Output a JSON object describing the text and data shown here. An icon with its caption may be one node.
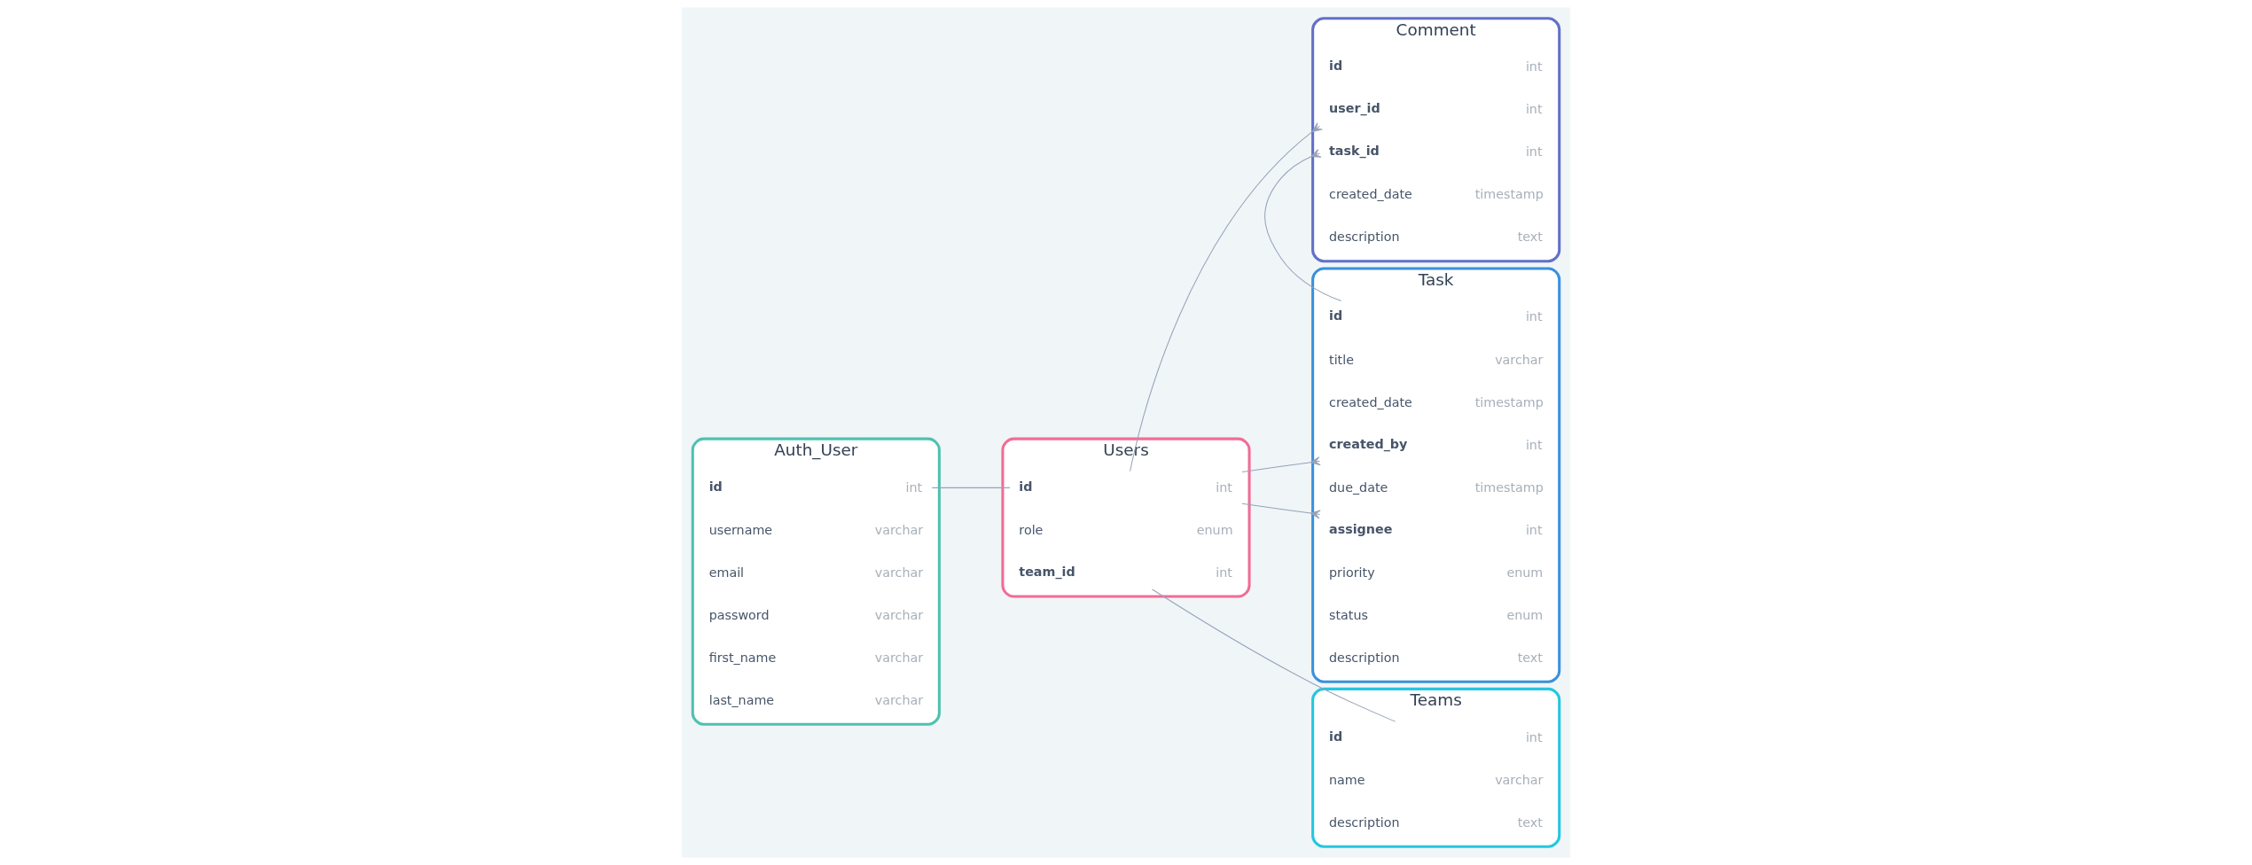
{
  "diagram": {
    "nodes": [
      {
        "text": [
          "Auth_User"
        ]
      },
      {
        "text": [
          "id",
          "int"
        ],
        "in": 0
      },
      {
        "text": [
          "username",
          "varchar"
        ],
        "in": 0
      },
      {
        "text": [
          "email",
          "varchar"
        ],
        "in": 0
      },
      {
        "text": [
          "password",
          "varchar"
        ],
        "in": 0
      },
      {
        "text": [
          "first_name",
          "varchar"
        ],
        "in": 0
      },
      {
        "text": [
          "last_name",
          "varchar"
        ],
        "in": 0
      },
      {
        "text": [
          "Users"
        ]
      },
      {
        "text": [
          "id",
          "int"
        ],
        "in": 7
      },
      {
        "text": [
          "role",
          "enum"
        ],
        "in": 7
      },
      {
        "text": [
          "team_id",
          "int"
        ],
        "in": 7
      },
      {
        "text": [
          "Comment"
        ]
      },
      {
        "text": [
          "id",
          "int"
        ],
        "in": 11
      },
      {
        "text": [
          "user_id",
          "int"
        ],
        "in": 11
      },
      {
        "text": [
          "task_id",
          "int"
        ],
        "in": 11
      },
      {
        "text": [
          "created_date",
          "timestamp"
        ],
        "in": 11
      },
      {
        "text": [
          "description",
          "text"
        ],
        "in": 11
      },
      {
        "text": [
          "Task"
        ]
      },
      {
        "text": [
          "id",
          "int"
        ],
        "in": 17
      },
      {
        "text": [
          "title",
          "varchar"
        ],
        "in": 17
      },
      {
        "text": [
          "created_date",
          "timestamp"
        ],
        "in": 17
      },
      {
        "text": [
          "created_by",
          "int"
        ],
        "in": 17
      },
      {
        "text": [
          "due_date",
          "timestamp"
        ],
        "in": 17
      },
      {
        "text": [
          "assignee",
          "int"
        ],
        "in": 17
      },
      {
        "text": [
          "priority",
          "enum"
        ],
        "in": 17
      },
      {
        "text": [
          "status",
          "enum"
        ],
        "in": 17
      },
      {
        "text": [
          "description",
          "text"
        ],
        "in": 17
      },
      {
        "text": [
          "Teams"
        ]
      },
      {
        "text": [
          "id",
          "int"
        ],
        "in": 27
      },
      {
        "text": [
          "name",
          "varchar"
        ],
        "in": 27
      },
      {
        "text": [
          "description",
          "text"
        ],
        "in": 27
      }
    ],
    "edges": [
      {
        "from": 1,
        "to": 8,
        "arrow": "none"
      },
      {
        "from": 8,
        "to": 13,
        "arrow": "other"
      },
      {
        "from": 8,
        "to": 21,
        "arrow": "other"
      },
      {
        "from": 8,
        "to": 23,
        "arrow": "other"
      },
      {
        "from": 10,
        "to": 28,
        "arrow": "none"
      },
      {
        "from": 18,
        "to": 14,
        "arrow": "other"
      }
    ]
  }
}
